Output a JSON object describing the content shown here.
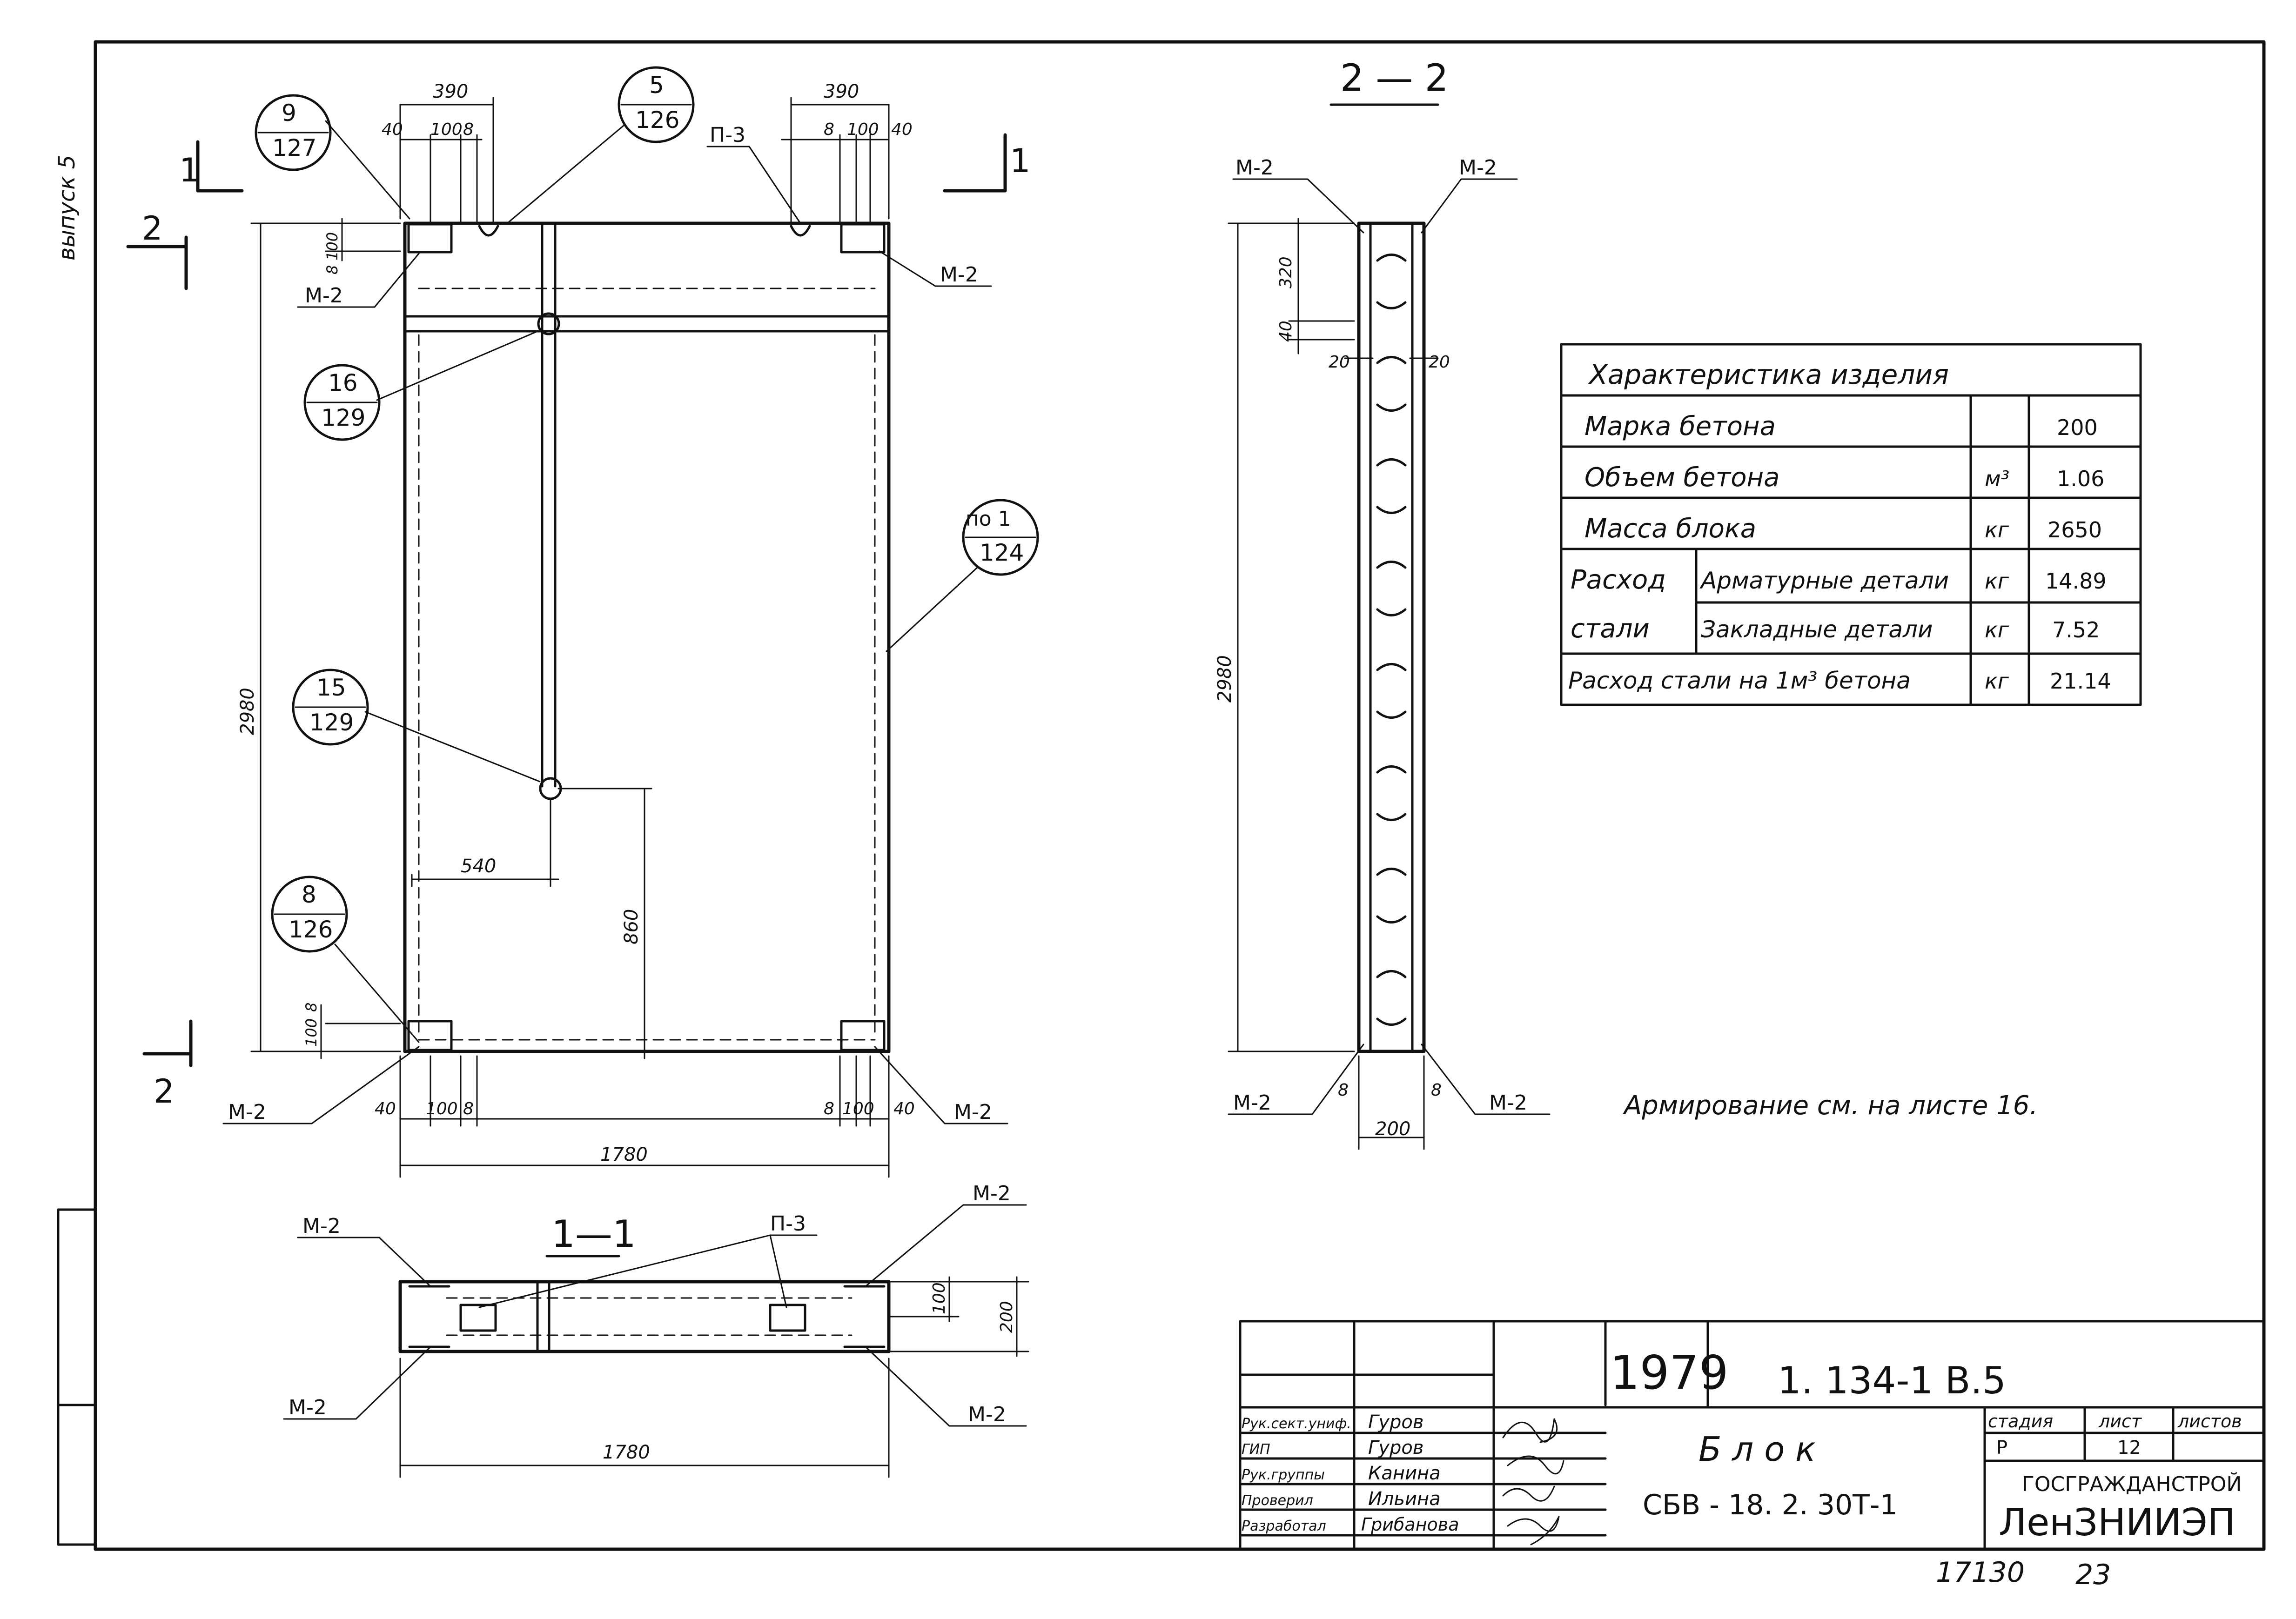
{
  "side_label": "выпуск 5",
  "views": {
    "elevation": {
      "dims": {
        "top_left": "390",
        "top_right": "390",
        "t40": "40",
        "t100": "100",
        "t8": "8",
        "left_100": "100",
        "left_8": "8",
        "height": "2980",
        "d540": "540",
        "d860": "860",
        "bottom_width": "1780",
        "bot_40": "40",
        "bot_100": "100",
        "bot_8": "8"
      },
      "callouts": [
        {
          "top": "9",
          "bottom": "127"
        },
        {
          "top": "5",
          "bottom": "126"
        },
        {
          "top": "16",
          "bottom": "129"
        },
        {
          "top": "по 1",
          "bottom": "124"
        },
        {
          "top": "15",
          "bottom": "129"
        },
        {
          "top": "8",
          "bottom": "126"
        }
      ],
      "labels": {
        "m2": "М-2",
        "p3": "П-3",
        "sec1": "1",
        "sec2": "2"
      }
    },
    "section_2_2": {
      "title": "2 — 2",
      "dims": {
        "d320": "320",
        "d40": "40",
        "d20a": "20",
        "d20b": "20",
        "height": "2980",
        "d8a": "8",
        "d8b": "8",
        "width": "200"
      },
      "labels": {
        "m2": "М-2"
      }
    },
    "section_1_1": {
      "title": "1—1",
      "dims": {
        "d100": "100",
        "d200": "200",
        "width": "1780"
      },
      "labels": {
        "m2": "М-2",
        "p3": "П-3"
      }
    }
  },
  "characteristics": {
    "title": "Характеристика    изделия",
    "rows": [
      {
        "label": "Марка   бетона",
        "unit": "",
        "value": "200"
      },
      {
        "label": "Объем   бетона",
        "unit": "м³",
        "value": "1.06"
      },
      {
        "label": "Масса   блока",
        "unit": "кг",
        "value": "2650"
      }
    ],
    "steel_label_1": "Расход",
    "steel_label_2": "стали",
    "steel_rows": [
      {
        "label": "Арматурные детали",
        "unit": "кг",
        "value": "14.89"
      },
      {
        "label": "Закладные детали",
        "unit": "кг",
        "value": "7.52"
      }
    ],
    "per_m3": {
      "label": "Расход  стали на 1м³ бетона",
      "unit": "кг",
      "value": "21.14"
    }
  },
  "note": "Армирование  см. на  листе  16.",
  "title_block": {
    "year": "1979",
    "series": "1. 134-1   В.5",
    "name": "Б л о к",
    "mark": "СБВ - 18. 2. 30Т-1",
    "stage_h": "стадия",
    "sheet_h": "лист",
    "sheets_h": "листов",
    "stage": "Р",
    "sheet": "12",
    "org1": "ГОСГРАЖДАНСТРОЙ",
    "org2": "ЛенЗНИИЭП",
    "people": [
      {
        "role": "Рук.сект.униф.",
        "name": "Гуров"
      },
      {
        "role": "ГИП",
        "name": "Гуров"
      },
      {
        "role": "Рук.группы",
        "name": "Канина"
      },
      {
        "role": "Проверил",
        "name": "Ильина"
      },
      {
        "role": "Разработал",
        "name": "Грибанова"
      }
    ]
  },
  "footer": {
    "num1": "17130",
    "num2": "23"
  }
}
